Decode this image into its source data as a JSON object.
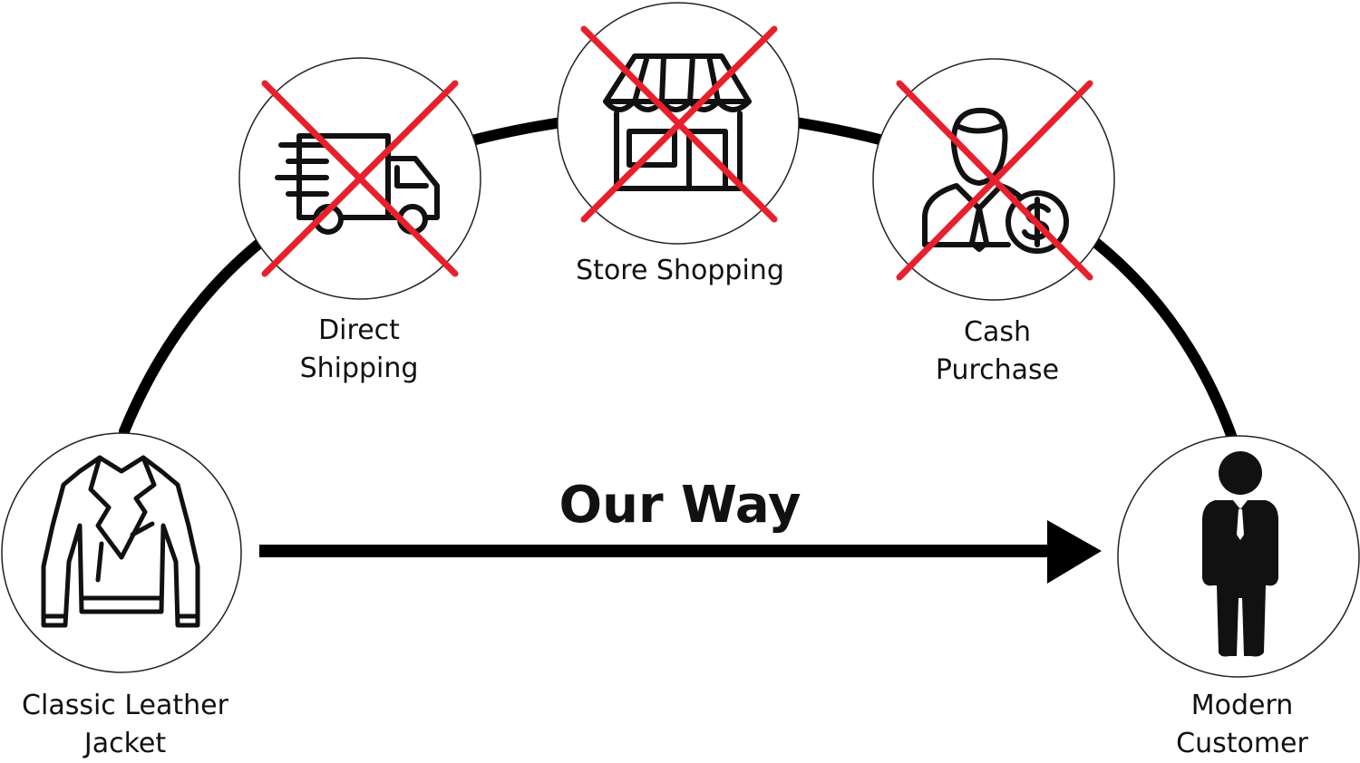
{
  "diagram": {
    "title": "Our Way",
    "nodes": {
      "jacket": {
        "label_lines": [
          "Classic Leather",
          "Jacket"
        ],
        "icon": "leather-jacket-icon",
        "crossed_out": false
      },
      "shipping": {
        "label_lines": [
          "Direct",
          "Shipping"
        ],
        "icon": "delivery-truck-icon",
        "crossed_out": true
      },
      "store": {
        "label": "Store Shopping",
        "icon": "storefront-icon",
        "crossed_out": true
      },
      "cash": {
        "label_lines": [
          "Cash",
          "Purchase"
        ],
        "icon": "businessman-dollar-icon",
        "crossed_out": true
      },
      "customer": {
        "label_lines": [
          "Modern",
          "Customer"
        ],
        "icon": "businessman-silhouette-icon",
        "crossed_out": false
      }
    },
    "colors": {
      "line": "#000000",
      "cross": "#e8202e",
      "node_border": "#222222"
    }
  }
}
